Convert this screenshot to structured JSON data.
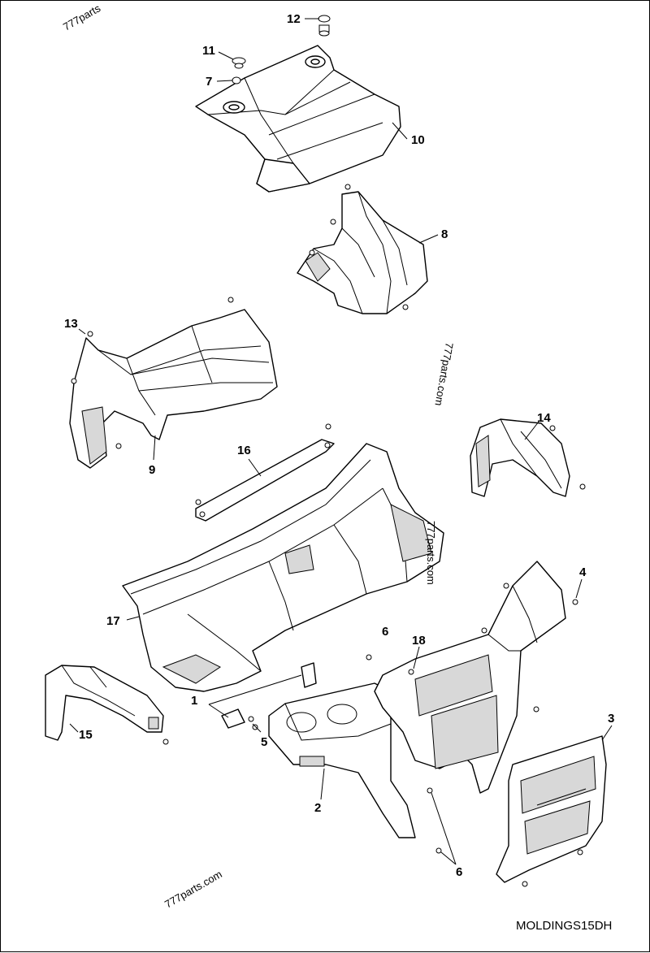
{
  "drawing_code": "MOLDINGS15DH",
  "watermarks": [
    "777parts",
    "777parts.com",
    "777parts.com",
    "777parts.com"
  ],
  "callouts": [
    {
      "id": "callout-12",
      "label": "12"
    },
    {
      "id": "callout-11",
      "label": "11"
    },
    {
      "id": "callout-7",
      "label": "7"
    },
    {
      "id": "callout-10",
      "label": "10"
    },
    {
      "id": "callout-8",
      "label": "8"
    },
    {
      "id": "callout-13",
      "label": "13"
    },
    {
      "id": "callout-9",
      "label": "9"
    },
    {
      "id": "callout-14",
      "label": "14"
    },
    {
      "id": "callout-16",
      "label": "16"
    },
    {
      "id": "callout-17",
      "label": "17"
    },
    {
      "id": "callout-4",
      "label": "4"
    },
    {
      "id": "callout-6a",
      "label": "6"
    },
    {
      "id": "callout-18",
      "label": "18"
    },
    {
      "id": "callout-1",
      "label": "1"
    },
    {
      "id": "callout-5",
      "label": "5"
    },
    {
      "id": "callout-15",
      "label": "15"
    },
    {
      "id": "callout-3",
      "label": "3"
    },
    {
      "id": "callout-2",
      "label": "2"
    },
    {
      "id": "callout-6b",
      "label": "6"
    }
  ]
}
